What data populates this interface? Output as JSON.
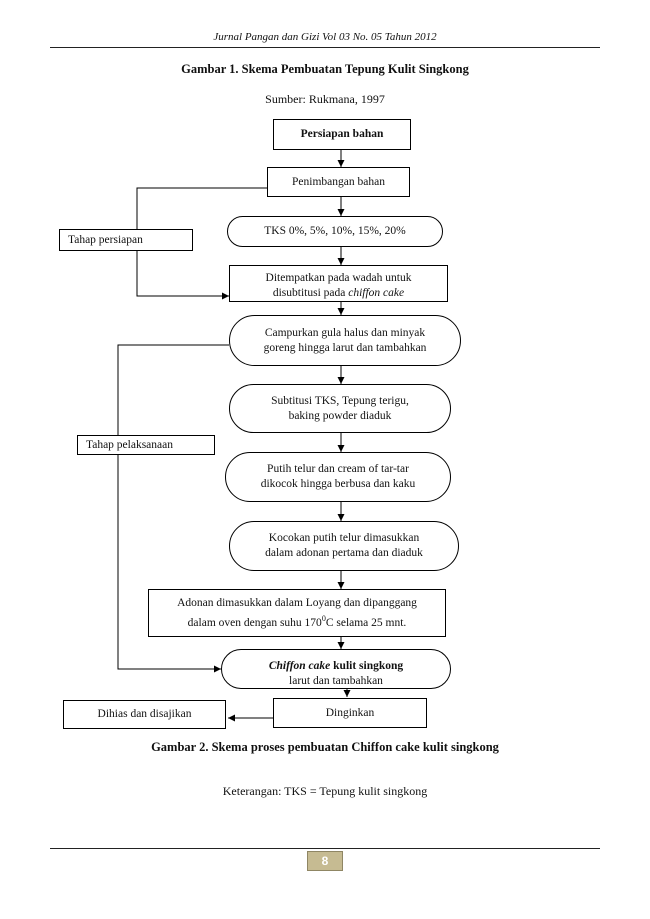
{
  "header": {
    "journal": "Jurnal Pangan dan Gizi Vol 03 No. 05 Tahun 2012"
  },
  "figure1": {
    "caption": "Gambar 1. Skema Pembuatan Tepung Kulit Singkong",
    "source": "Sumber: Rukmana, 1997"
  },
  "flow": {
    "step1": "Persiapan bahan",
    "step2": "Penimbangan bahan",
    "step3": "TKS 0%, 5%, 10%, 15%, 20%",
    "step4_line1": "Ditempatkan pada wadah untuk",
    "step4_line2_prefix": "disubtitusi pada ",
    "step4_line2_italic": "chiffon cake",
    "step5_line1": "Campurkan gula halus dan minyak",
    "step5_line2": "goreng hingga larut dan tambahkan",
    "step6_line1": "Subtitusi TKS, Tepung terigu,",
    "step6_line2": "baking powder diaduk",
    "step7_line1": "Putih telur dan cream of tar-tar",
    "step7_line2": "dikocok hingga berbusa dan  kaku",
    "step8_line1": "Kocokan putih telur dimasukkan",
    "step8_line2": "dalam adonan pertama dan diaduk",
    "step9_line1": "Adonan dimasukkan dalam Loyang dan dipanggang",
    "step9_line2_prefix": "dalam oven dengan suhu 170",
    "step9_sup": "0",
    "step9_line2_suffix": "C selama 25 mnt.",
    "step10_italic": "Chiffon cake",
    "step10_rest": " kulit singkong",
    "step10_hidden": "larut dan tambahkan",
    "step11": "Dinginkan",
    "step12": "Dihias dan disajikan",
    "label_prep": "Tahap persiapan",
    "label_exec": "Tahap pelaksanaan"
  },
  "figure2": {
    "caption": "Gambar 2. Skema proses pembuatan Chiffon cake kulit singkong"
  },
  "note": "Keterangan: TKS = Tepung kulit singkong",
  "footer": {
    "page_number": "8"
  }
}
